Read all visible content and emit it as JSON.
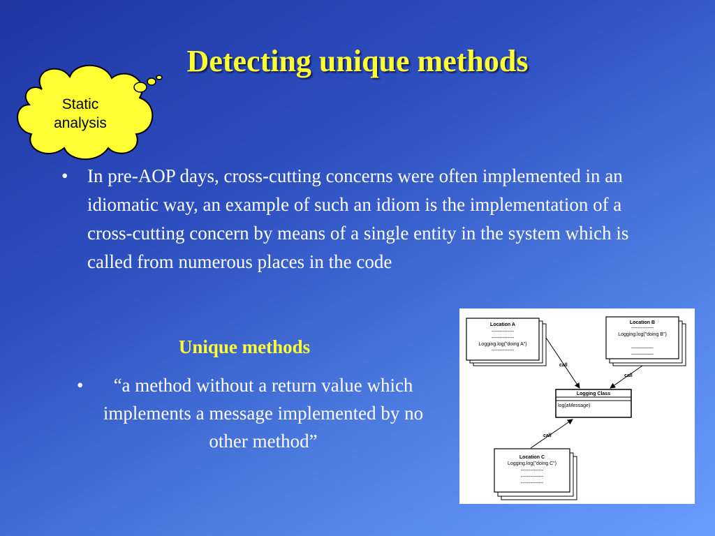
{
  "slide": {
    "title": "Detecting unique methods",
    "thought_bubble": {
      "line1": "Static",
      "line2": "analysis"
    },
    "main_bullet": "In pre-AOP days, cross-cutting concerns were often implemented in an idiomatic way, an example of such an idiom is the implementation of a cross-cutting concern by means of a single entity in the system which is called from numerous places in the code",
    "subheading": "Unique methods",
    "quote_bullet": "“a method without a return value which implements a message implemented by no other method”",
    "bullet_char": "•"
  },
  "diagram": {
    "location_a": {
      "title": "Location A",
      "line1": "--------------",
      "line2": "--------------",
      "call": "Logging.log(\"doing A\")",
      "line3": "--------------"
    },
    "location_b": {
      "title": "Location B",
      "line1": "--------------",
      "call": "Logging.log(\"doing B\")",
      "line2": "________",
      "line3": "________"
    },
    "location_c": {
      "title": "Location C",
      "call": "Logging.log(\"doing C\")",
      "line1": "--------------",
      "line2": "--------------",
      "line3": "--------------"
    },
    "logging_class": {
      "title": "Logging Class",
      "method": "log(aMessage)"
    },
    "edge_a": "call",
    "edge_b": "call",
    "edge_c": "call"
  },
  "colors": {
    "title": "#ffff33",
    "text": "#ffffff",
    "cloud_fill": "#ffff33"
  }
}
